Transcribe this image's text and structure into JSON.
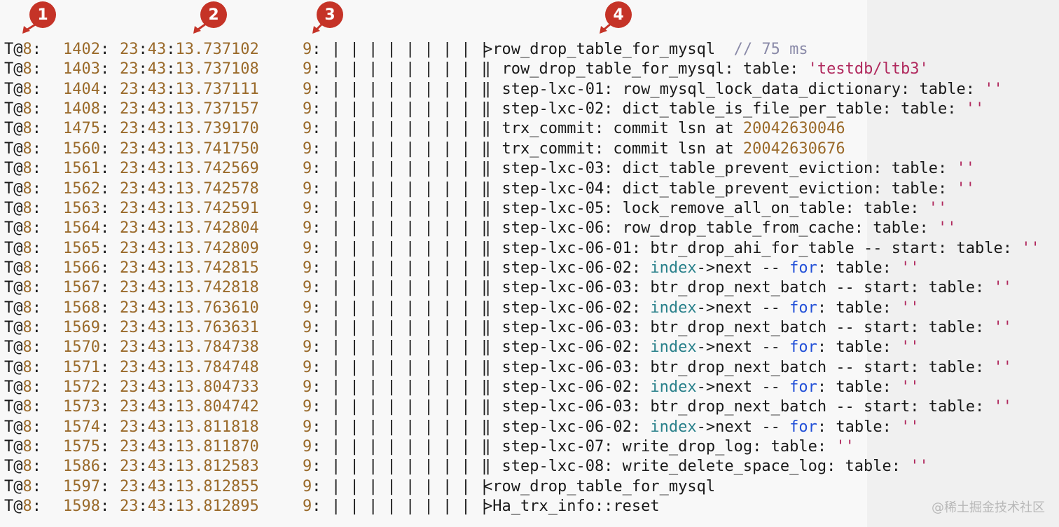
{
  "markers": [
    {
      "label": "1"
    },
    {
      "label": "2"
    },
    {
      "label": "3"
    },
    {
      "label": "4"
    }
  ],
  "trace": {
    "thread_prefix": "T@",
    "thread_id": "8",
    "depth": "9",
    "bars": "| | | | | | | | |",
    "time_prefix": "23",
    "time_mid": "43",
    "rows": [
      {
        "line": "1402",
        "ts": "13.737102",
        "msg": [
          {
            "t": ">row_drop_table_for_mysql  "
          },
          {
            "t": "// 75 ms",
            "c": "cmt"
          }
        ]
      },
      {
        "line": "1403",
        "ts": "13.737108",
        "msg": [
          {
            "t": "| row_drop_table_for_mysql: table: "
          },
          {
            "t": "'testdb/ltb3'",
            "c": "str"
          }
        ]
      },
      {
        "line": "1404",
        "ts": "13.737111",
        "msg": [
          {
            "t": "| step-lxc-01: row_mysql_lock_data_dictionary: table: "
          },
          {
            "t": "''",
            "c": "str"
          }
        ]
      },
      {
        "line": "1408",
        "ts": "13.737157",
        "msg": [
          {
            "t": "| step-lxc-02: dict_table_is_file_per_table: table: "
          },
          {
            "t": "''",
            "c": "str"
          }
        ]
      },
      {
        "line": "1475",
        "ts": "13.739170",
        "msg": [
          {
            "t": "| trx_commit: commit lsn at "
          },
          {
            "t": "20042630046",
            "c": "num"
          }
        ]
      },
      {
        "line": "1560",
        "ts": "13.741750",
        "msg": [
          {
            "t": "| trx_commit: commit lsn at "
          },
          {
            "t": "20042630676",
            "c": "num"
          }
        ]
      },
      {
        "line": "1561",
        "ts": "13.742569",
        "msg": [
          {
            "t": "| step-lxc-03: dict_table_prevent_eviction: table: "
          },
          {
            "t": "''",
            "c": "str"
          }
        ]
      },
      {
        "line": "1562",
        "ts": "13.742578",
        "msg": [
          {
            "t": "| step-lxc-04: dict_table_prevent_eviction: table: "
          },
          {
            "t": "''",
            "c": "str"
          }
        ]
      },
      {
        "line": "1563",
        "ts": "13.742591",
        "msg": [
          {
            "t": "| step-lxc-05: lock_remove_all_on_table: table: "
          },
          {
            "t": "''",
            "c": "str"
          }
        ]
      },
      {
        "line": "1564",
        "ts": "13.742804",
        "msg": [
          {
            "t": "| step-lxc-06: row_drop_table_from_cache: table: "
          },
          {
            "t": "''",
            "c": "str"
          }
        ]
      },
      {
        "line": "1565",
        "ts": "13.742809",
        "msg": [
          {
            "t": "| step-lxc-06-01: btr_drop_ahi_for_table -- start: table: "
          },
          {
            "t": "''",
            "c": "str"
          }
        ]
      },
      {
        "line": "1566",
        "ts": "13.742815",
        "msg": [
          {
            "t": "| step-lxc-06-02: "
          },
          {
            "t": "index",
            "c": "idx"
          },
          {
            "t": "->next -- "
          },
          {
            "t": "for",
            "c": "kw"
          },
          {
            "t": ": table: "
          },
          {
            "t": "''",
            "c": "str"
          }
        ]
      },
      {
        "line": "1567",
        "ts": "13.742818",
        "msg": [
          {
            "t": "| step-lxc-06-03: btr_drop_next_batch -- start: table: "
          },
          {
            "t": "''",
            "c": "str"
          }
        ]
      },
      {
        "line": "1568",
        "ts": "13.763610",
        "msg": [
          {
            "t": "| step-lxc-06-02: "
          },
          {
            "t": "index",
            "c": "idx"
          },
          {
            "t": "->next -- "
          },
          {
            "t": "for",
            "c": "kw"
          },
          {
            "t": ": table: "
          },
          {
            "t": "''",
            "c": "str"
          }
        ]
      },
      {
        "line": "1569",
        "ts": "13.763631",
        "msg": [
          {
            "t": "| step-lxc-06-03: btr_drop_next_batch -- start: table: "
          },
          {
            "t": "''",
            "c": "str"
          }
        ]
      },
      {
        "line": "1570",
        "ts": "13.784738",
        "msg": [
          {
            "t": "| step-lxc-06-02: "
          },
          {
            "t": "index",
            "c": "idx"
          },
          {
            "t": "->next -- "
          },
          {
            "t": "for",
            "c": "kw"
          },
          {
            "t": ": table: "
          },
          {
            "t": "''",
            "c": "str"
          }
        ]
      },
      {
        "line": "1571",
        "ts": "13.784748",
        "msg": [
          {
            "t": "| step-lxc-06-03: btr_drop_next_batch -- start: table: "
          },
          {
            "t": "''",
            "c": "str"
          }
        ]
      },
      {
        "line": "1572",
        "ts": "13.804733",
        "msg": [
          {
            "t": "| step-lxc-06-02: "
          },
          {
            "t": "index",
            "c": "idx"
          },
          {
            "t": "->next -- "
          },
          {
            "t": "for",
            "c": "kw"
          },
          {
            "t": ": table: "
          },
          {
            "t": "''",
            "c": "str"
          }
        ]
      },
      {
        "line": "1573",
        "ts": "13.804742",
        "msg": [
          {
            "t": "| step-lxc-06-03: btr_drop_next_batch -- start: table: "
          },
          {
            "t": "''",
            "c": "str"
          }
        ]
      },
      {
        "line": "1574",
        "ts": "13.811818",
        "msg": [
          {
            "t": "| step-lxc-06-02: "
          },
          {
            "t": "index",
            "c": "idx"
          },
          {
            "t": "->next -- "
          },
          {
            "t": "for",
            "c": "kw"
          },
          {
            "t": ": table: "
          },
          {
            "t": "''",
            "c": "str"
          }
        ]
      },
      {
        "line": "1575",
        "ts": "13.811870",
        "msg": [
          {
            "t": "| step-lxc-07: write_drop_log: table: "
          },
          {
            "t": "''",
            "c": "str"
          }
        ]
      },
      {
        "line": "1586",
        "ts": "13.812583",
        "msg": [
          {
            "t": "| step-lxc-08: write_delete_space_log: table: "
          },
          {
            "t": "''",
            "c": "str"
          }
        ]
      },
      {
        "line": "1597",
        "ts": "13.812855",
        "msg": [
          {
            "t": "<row_drop_table_for_mysql"
          }
        ]
      },
      {
        "line": "1598",
        "ts": "13.812895",
        "msg": [
          {
            "t": ">Ha_trx_info::reset"
          }
        ]
      }
    ]
  },
  "watermark": "@稀土掘金技术社区"
}
